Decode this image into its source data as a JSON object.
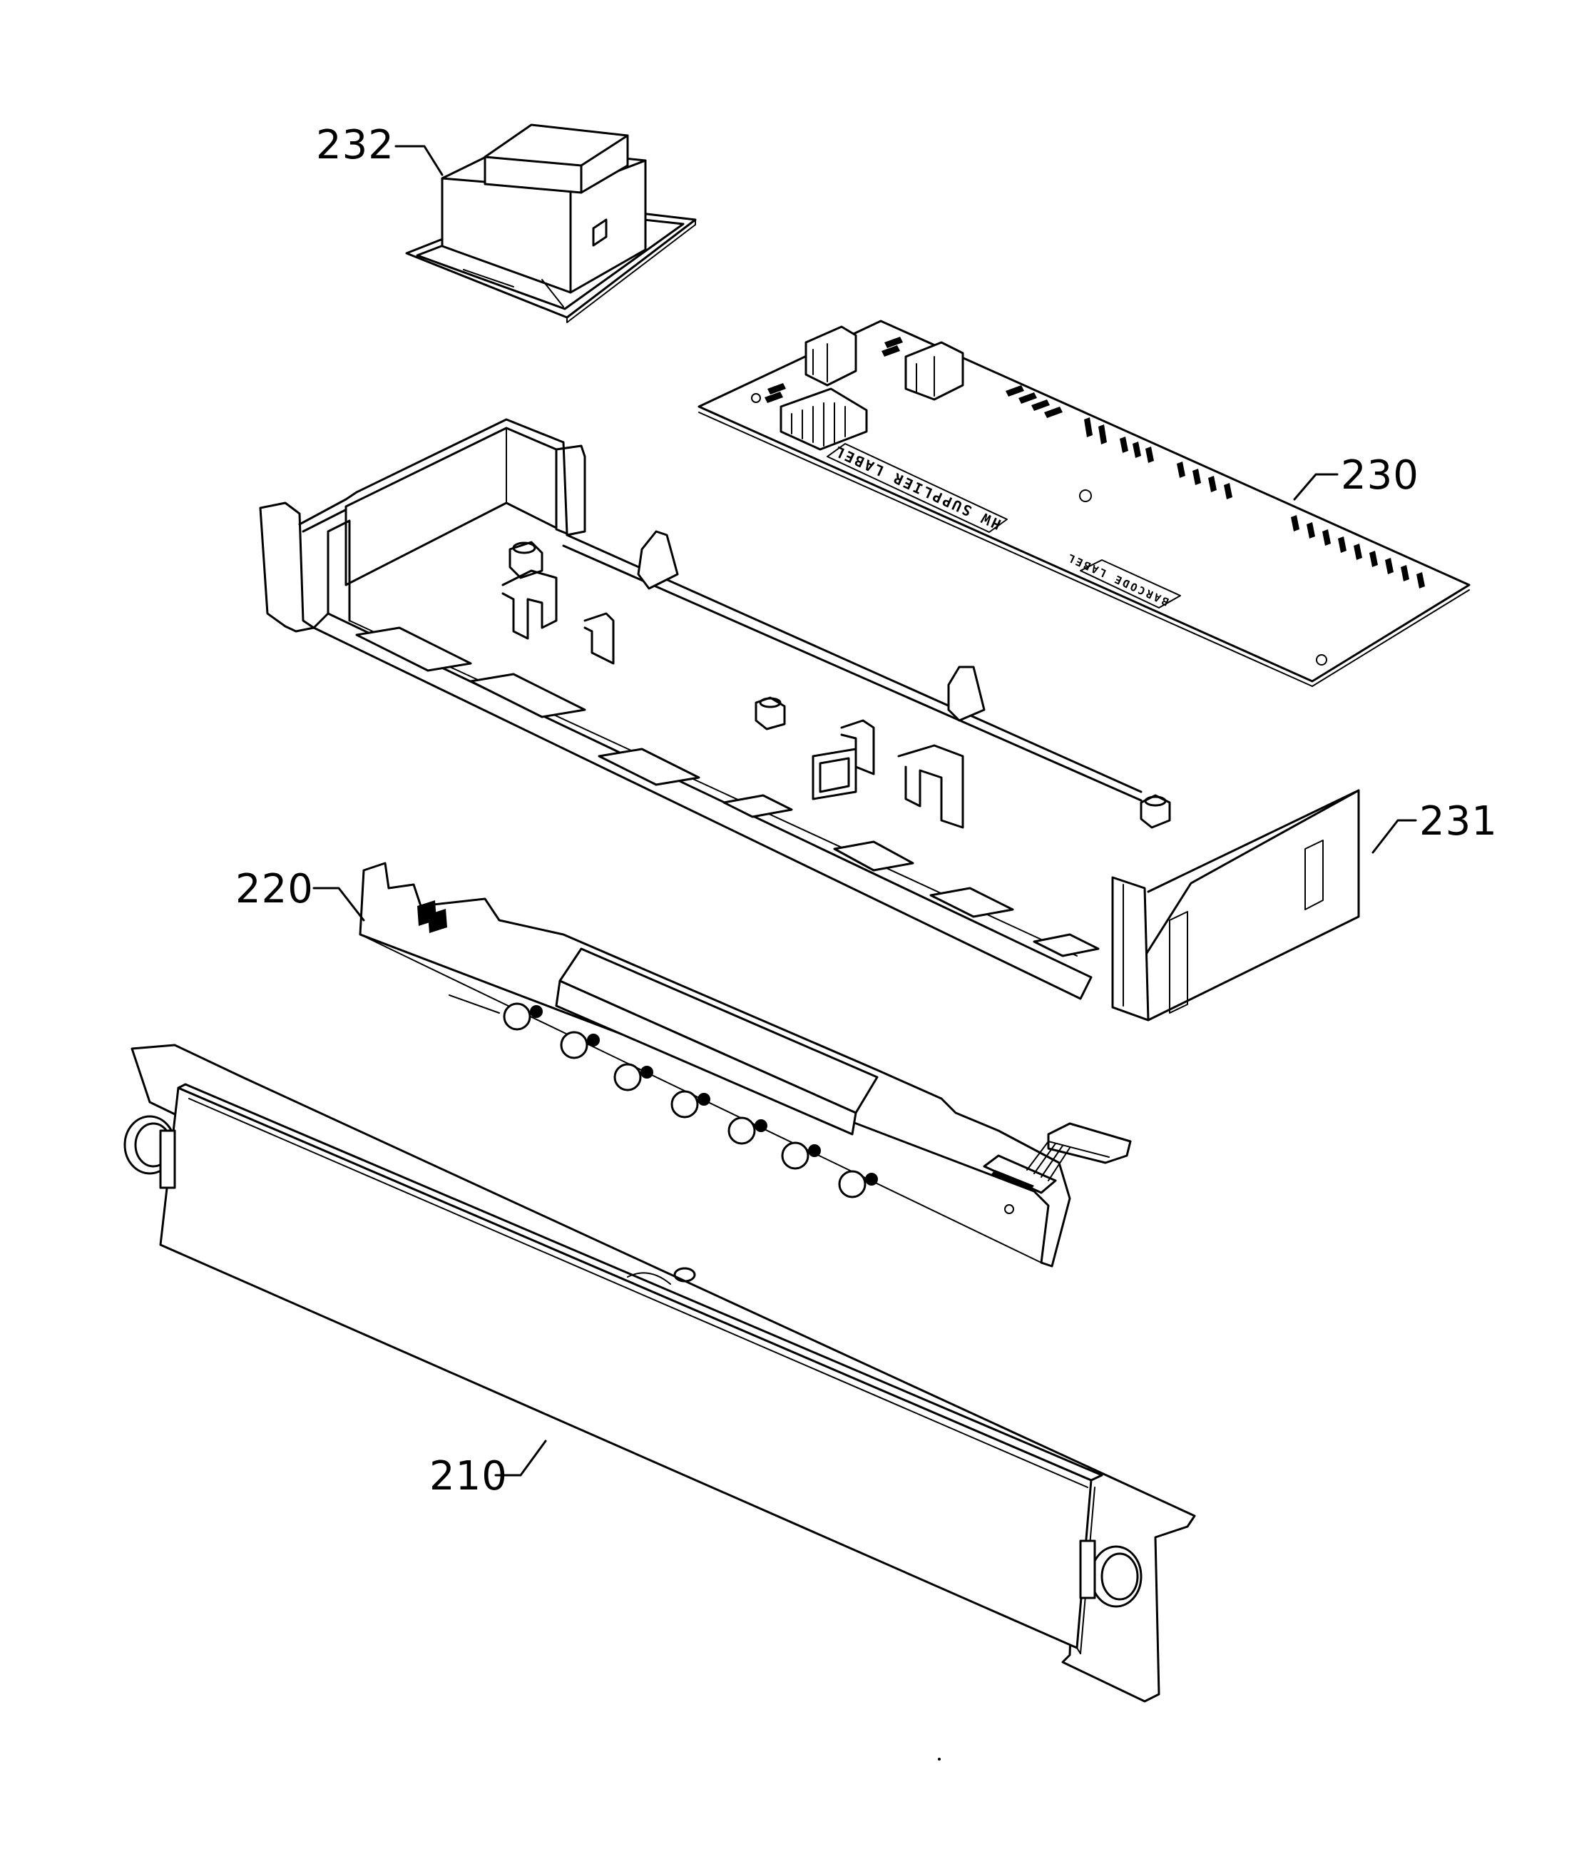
{
  "figure": {
    "callouts": [
      {
        "id": "232",
        "label": "232"
      },
      {
        "id": "230",
        "label": "230"
      },
      {
        "id": "231",
        "label": "231"
      },
      {
        "id": "220",
        "label": "220"
      },
      {
        "id": "210",
        "label": "210"
      }
    ],
    "pcb_labels": {
      "supplier": "HW SUPPLIER LABEL",
      "barcode": "BARCODE LABEL"
    }
  }
}
